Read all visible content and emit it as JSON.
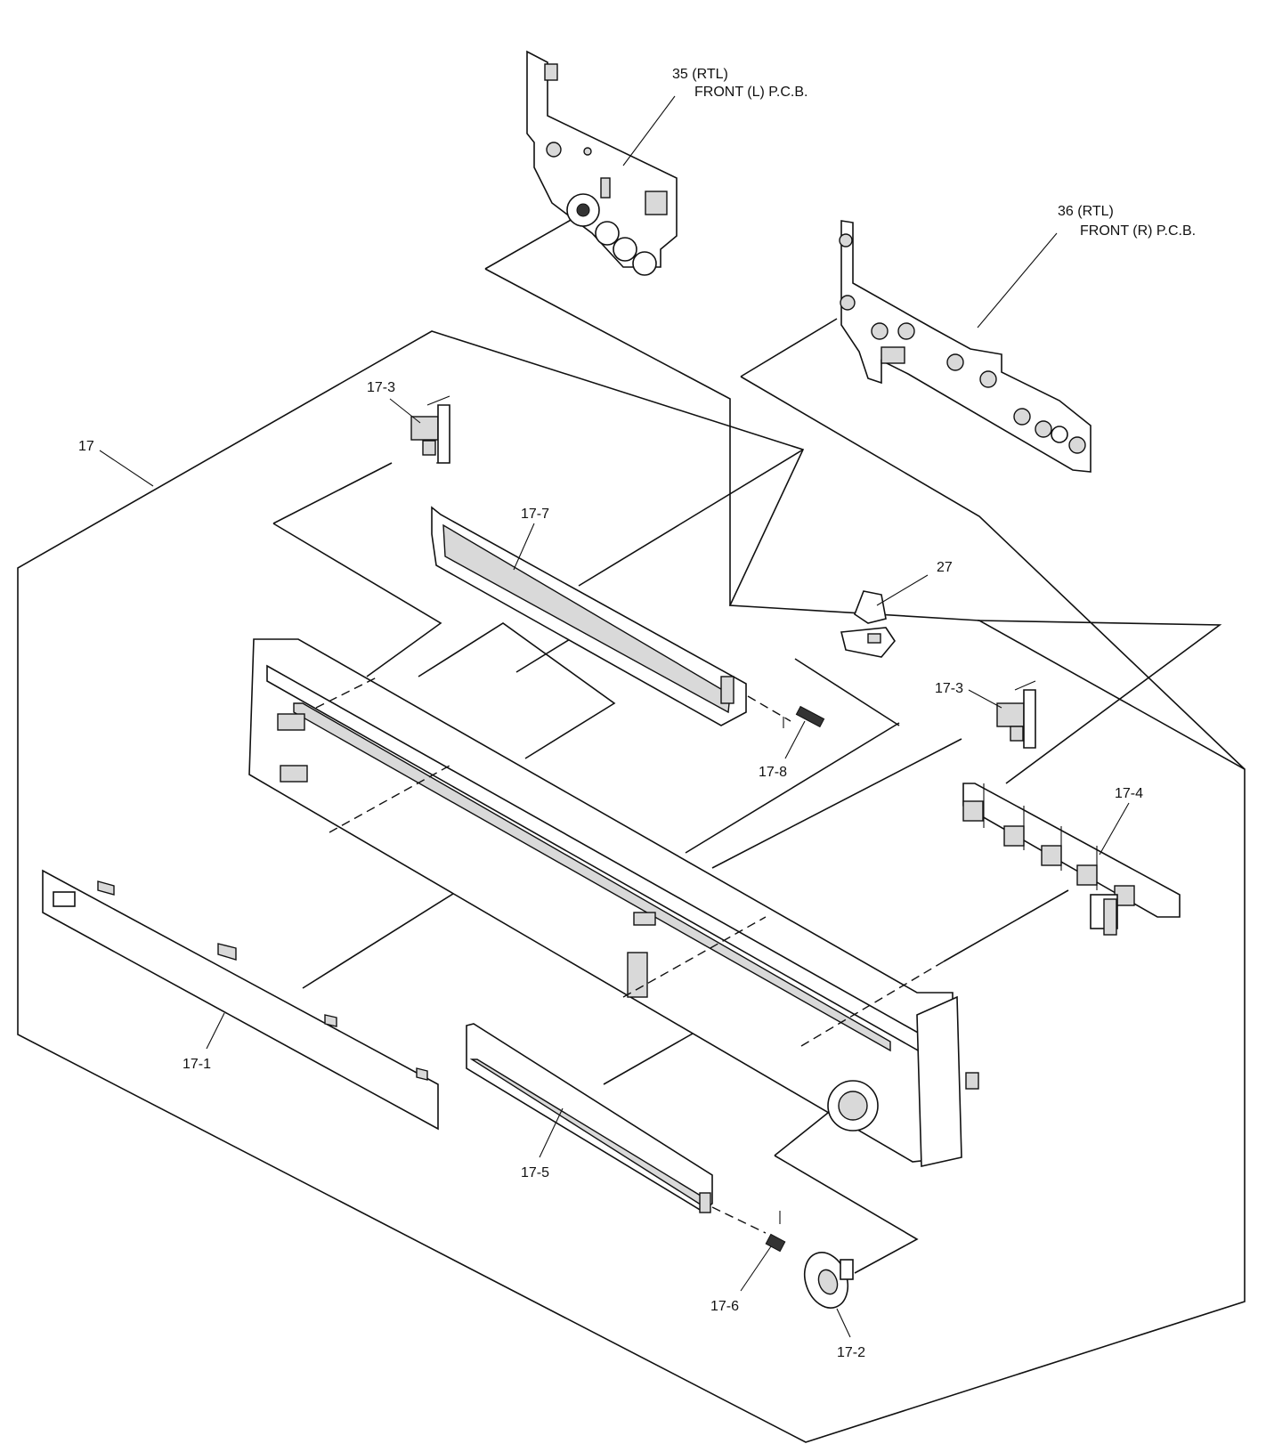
{
  "labels": {
    "pcb_left_number": "35 (RTL)",
    "pcb_left_name": "FRONT (L) P.C.B.",
    "pcb_right_number": "36 (RTL)",
    "pcb_right_name": "FRONT (R) P.C.B.",
    "assembly": "17",
    "switch_left": "17-3",
    "switch_right": "17-3",
    "window": "17-7",
    "spring_top": "17-8",
    "bracket": "27",
    "switch_board": "17-4",
    "panel_left": "17-1",
    "door": "17-5",
    "spring_bottom": "17-6",
    "knob": "17-2"
  }
}
